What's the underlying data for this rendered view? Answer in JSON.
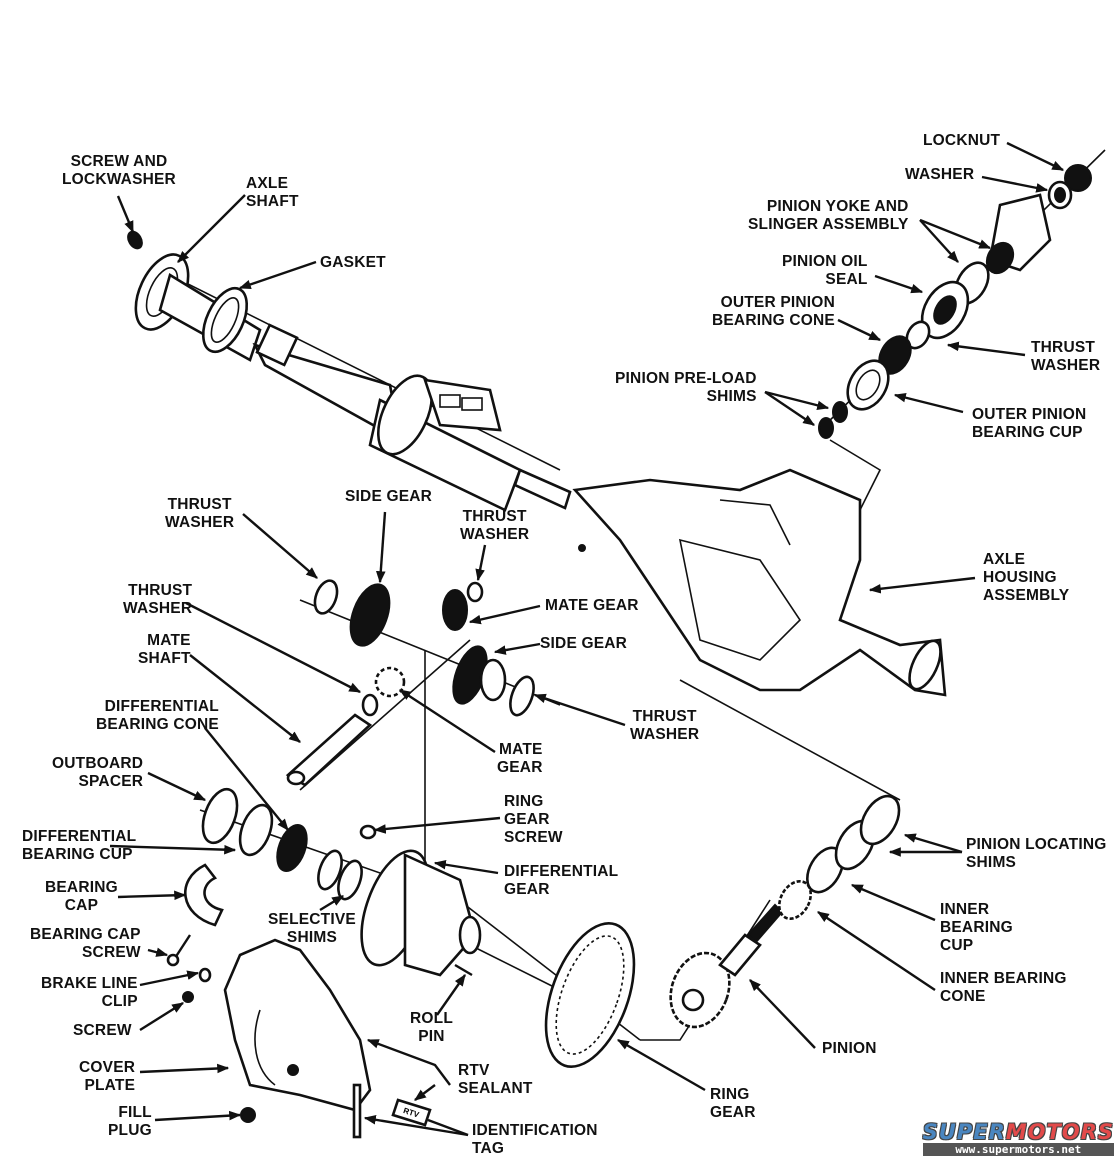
{
  "diagram": {
    "type": "exploded-view",
    "subject": "Rear axle / differential assembly",
    "labels": {
      "screw_and_lockwasher": "SCREW AND\nLOCKWASHER",
      "axle_shaft": "AXLE\nSHAFT",
      "gasket": "GASKET",
      "locknut": "LOCKNUT",
      "washer": "WASHER",
      "pinion_yoke": "PINION YOKE AND\nSLINGER ASSEMBLY",
      "pinion_oil_seal": "PINION OIL\nSEAL",
      "outer_pinion_bearing_cone": "OUTER PINION\nBEARING CONE",
      "thrust_washer_pinion": "THRUST\nWASHER",
      "pinion_preload_shims": "PINION PRE-LOAD\nSHIMS",
      "outer_pinion_bearing_cup": "OUTER PINION\nBEARING CUP",
      "thrust_washer_1": "THRUST\nWASHER",
      "side_gear_1": "SIDE GEAR",
      "thrust_washer_2": "THRUST\nWASHER",
      "axle_housing_assembly": "AXLE\nHOUSING\nASSEMBLY",
      "thrust_washer_3": "THRUST\nWASHER",
      "mate_gear_1": "MATE GEAR",
      "mate_shaft": "MATE\nSHAFT",
      "side_gear_2": "SIDE GEAR",
      "differential_bearing_cone": "DIFFERENTIAL\nBEARING CONE",
      "thrust_washer_4": "THRUST\nWASHER",
      "mate_gear_2": "MATE\nGEAR",
      "outboard_spacer": "OUTBOARD\nSPACER",
      "ring_gear_screw": "RING\nGEAR\nSCREW",
      "differential_bearing_cup": "DIFFERENTIAL\nBEARING CUP",
      "differential_gear": "DIFFERENTIAL\nGEAR",
      "pinion_locating_shims": "PINION LOCATING\nSHIMS",
      "bearing_cap": "BEARING\nCAP",
      "selective_shims": "SELECTIVE\nSHIMS",
      "inner_bearing_cup": "INNER\nBEARING\nCUP",
      "bearing_cap_screw": "BEARING CAP\nSCREW",
      "brake_line_clip": "BRAKE LINE\nCLIP",
      "inner_bearing_cone": "INNER BEARING\nCONE",
      "screw": "SCREW",
      "roll_pin": "ROLL\nPIN",
      "pinion": "PINION",
      "cover_plate": "COVER\nPLATE",
      "rtv_sealant": "RTV\nSEALANT",
      "ring_gear": "RING\nGEAR",
      "fill_plug": "FILL\nPLUG",
      "identification_tag": "IDENTIFICATION\nTAG",
      "rtv_tube_text": "RTV"
    }
  },
  "watermark": {
    "brand_part1": "SUPER",
    "brand_part2": "MOTORS",
    "url": "www.supermotors.net",
    "color_part1": "#4a86c0",
    "color_part2": "#e24a4a"
  }
}
